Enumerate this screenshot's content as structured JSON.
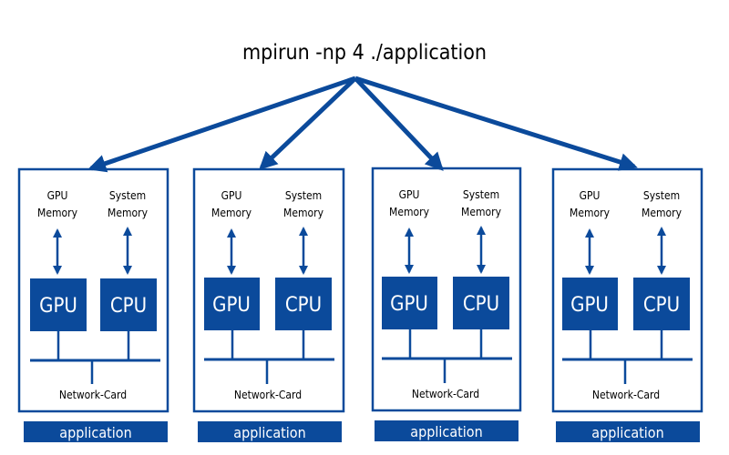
{
  "diagram": {
    "command": "mpirun -np 4 ./application",
    "nodes": [
      {
        "gpu_memory_label": [
          "GPU",
          "Memory"
        ],
        "system_memory_label": [
          "System",
          "Memory"
        ],
        "gpu_label": "GPU",
        "cpu_label": "CPU",
        "network_label": "Network-Card",
        "application_label": "application"
      },
      {
        "gpu_memory_label": [
          "GPU",
          "Memory"
        ],
        "system_memory_label": [
          "System",
          "Memory"
        ],
        "gpu_label": "GPU",
        "cpu_label": "CPU",
        "network_label": "Network-Card",
        "application_label": "application"
      },
      {
        "gpu_memory_label": [
          "GPU",
          "Memory"
        ],
        "system_memory_label": [
          "System",
          "Memory"
        ],
        "gpu_label": "GPU",
        "cpu_label": "CPU",
        "network_label": "Network-Card",
        "application_label": "application"
      },
      {
        "gpu_memory_label": [
          "GPU",
          "Memory"
        ],
        "system_memory_label": [
          "System",
          "Memory"
        ],
        "gpu_label": "GPU",
        "cpu_label": "CPU",
        "network_label": "Network-Card",
        "application_label": "application"
      }
    ]
  },
  "colors": {
    "primary_blue": "#0b4a9b",
    "text_dark": "#000000",
    "text_light": "#ffffff"
  }
}
